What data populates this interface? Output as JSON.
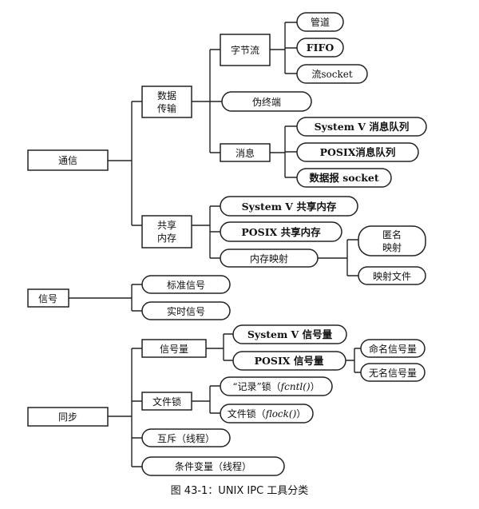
{
  "nodes": {
    "tongxin": "通信",
    "xinhao": "信号",
    "tongbu": "同步",
    "shujuchuanshu": [
      "数据",
      "传输"
    ],
    "gongxiangneicun": [
      "共享",
      "内存"
    ],
    "zijieliu": "字节流",
    "weizhongduan": "伪终端",
    "xiaoxi": "消息",
    "guandao": "管道",
    "fifo": "FIFO",
    "liusocket": "流socket",
    "sysv_msgq": "System V 消息队列",
    "posix_msgq": "POSIX消息队列",
    "dgram_socket": "数据报 socket",
    "sysv_shm": "System V 共享内存",
    "posix_shm": "POSIX 共享内存",
    "mmap": "内存映射",
    "niming_yingshe": [
      "匿名",
      "映射"
    ],
    "wenjian_yingshe": "映射文件",
    "biaozhun_xinhao": "标准信号",
    "shishi_xinhao": "实时信号",
    "xinhaoliang": "信号量",
    "sysv_sem": "System V 信号量",
    "posix_sem": "POSIX 信号量",
    "mingming_sem": "命名信号量",
    "wuming_sem": "无名信号量",
    "wenjiansuo": "文件锁",
    "jilu_suo": "“记录”锁（fcntl()）",
    "jilu_suo_prefix": "“记录”锁（",
    "jilu_suo_fn": "fcntl()",
    "jilu_suo_suffix": "）",
    "wenjian_suo_flock": "文件锁（flock()）",
    "flock_prefix": "文件锁（",
    "flock_fn": "flock()",
    "flock_suffix": "）",
    "huchi": "互斥（线程）",
    "tiaojian_bianliang": "条件变量（线程）"
  },
  "caption": "图 43-1：UNIX IPC 工具分类"
}
